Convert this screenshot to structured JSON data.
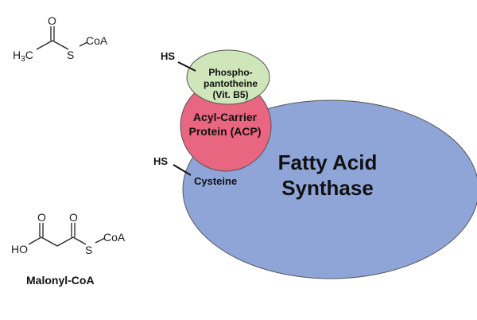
{
  "acetyl": {
    "o": "O",
    "h3c": "H",
    "h3c_sub": "3",
    "h3c_c": "C",
    "s": "S",
    "coa": "CoA"
  },
  "malonyl": {
    "o1": "O",
    "o2": "O",
    "ho": "HO",
    "s": "S",
    "coa": "CoA",
    "name": "Malonyl-CoA"
  },
  "diagram": {
    "hs_top": "HS",
    "hs_bottom": "HS",
    "phospho": [
      "Phospho-",
      "pantotheine",
      "(Vit. B5)"
    ],
    "acp": [
      "Acyl-Carrier",
      "Protein (ACP)"
    ],
    "cysteine": "Cysteine",
    "fas": [
      "Fatty Acid",
      "Synthase"
    ]
  },
  "colors": {
    "fas": "#8fa5d8",
    "acp": "#e8667f",
    "phospho": "#cfe6bb",
    "outline": "#444"
  }
}
